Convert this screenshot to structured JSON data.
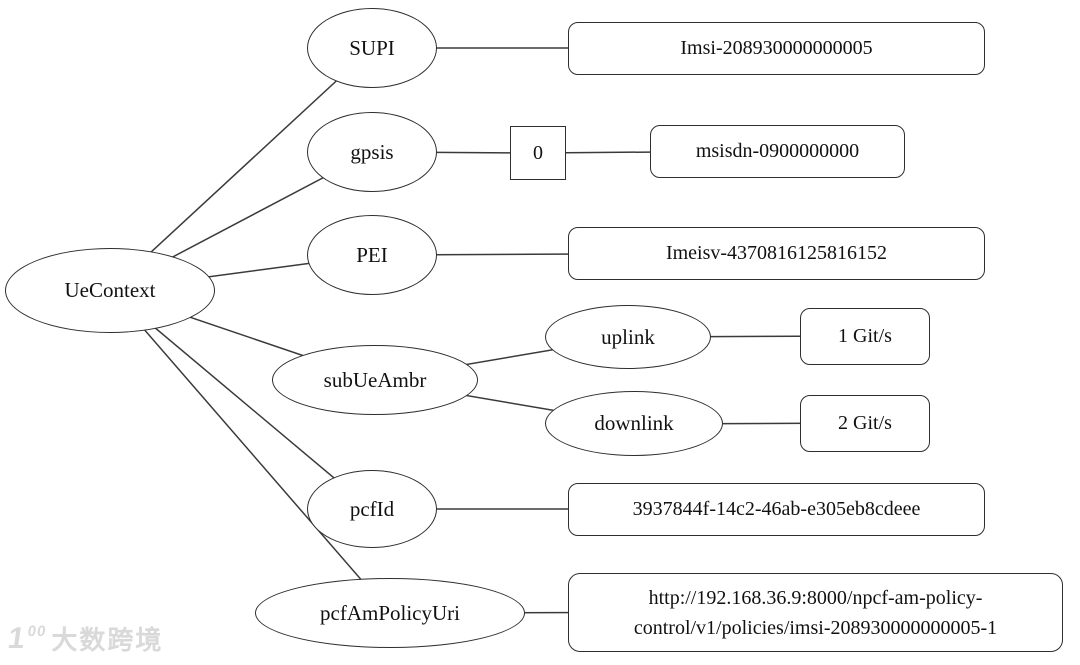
{
  "diagram": {
    "root": {
      "label": "UeContext"
    },
    "nodes": {
      "supi": {
        "label": "SUPI",
        "value": "Imsi-208930000000005"
      },
      "gpsis": {
        "label": "gpsis",
        "index": "0",
        "value": "msisdn-0900000000"
      },
      "pei": {
        "label": "PEI",
        "value": "Imeisv-4370816125816152"
      },
      "subUeAmbr": {
        "label": "subUeAmbr",
        "uplink": {
          "label": "uplink",
          "value": "1 Git/s"
        },
        "downlink": {
          "label": "downlink",
          "value": "2 Git/s"
        }
      },
      "pcfId": {
        "label": "pcfId",
        "value": "3937844f-14c2-46ab-e305eb8cdeee"
      },
      "pcfAmPolicyUri": {
        "label": "pcfAmPolicyUri",
        "value_line1": "http://192.168.36.9:8000/npcf-am-policy-",
        "value_line2": "control/v1/policies/imsi-208930000000005-1"
      }
    }
  },
  "watermark": {
    "logo_digit": "1",
    "logo_superscript": "00",
    "brand": "大数跨境"
  },
  "colors": {
    "stroke": "#2e2e2e",
    "text": "#111111",
    "background": "#ffffff",
    "watermark": "#d9d9d9"
  }
}
